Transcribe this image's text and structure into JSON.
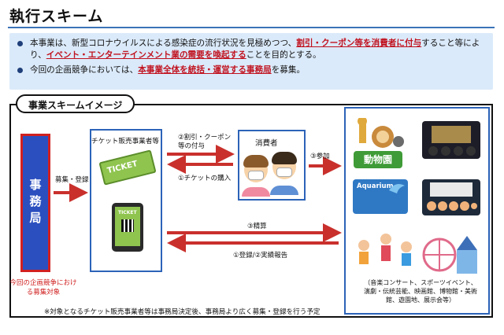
{
  "page_title": "執行スキーム",
  "summary": {
    "line1": {
      "a": "本事業は、新型コロナウイルスによる感染症の流行状況を見極めつつ、",
      "b": "割引・クーポン等を消費者に付与",
      "c": "すること等により、",
      "d": "イベント・エンターテインメント業の需要を喚起する",
      "e": "ことを目的とする。"
    },
    "line2": {
      "a": "今回の企画競争においては、",
      "b": "本事業全体を統括・運営する事務局",
      "c": "を募集。"
    }
  },
  "diagram": {
    "tab_title": "事業スキームイメージ",
    "secretariat": "事務局",
    "secretariat_note": "今回の企画競争における募集対象",
    "ticket_seller_label": "チケット販売事業者等",
    "ticket_card_text": "TICKET",
    "phone_ticket_text": "TICKET",
    "consumer_label": "消費者",
    "zoo_sign": "動物園",
    "aquarium_sign": "Aquarium",
    "venue_note": "（音楽コンサート、スポーツイベント、演劇・伝統芸能、映画館、博物館・美術館、遊園地、展示会等）",
    "flow": {
      "recruit": "募集・登録",
      "coupon": "②割引・クーポン等の付与",
      "purchase": "①チケットの購入",
      "participate": "③参加",
      "settlement": "③精算",
      "register_report": "①登録/②実績報告"
    },
    "footnote": "※対象となるチケット販売事業者等は事務局決定後、事務局より広く募集・登録を行う予定"
  },
  "colors": {
    "accent_blue": "#2c63b8",
    "summary_bg": "#dbeafa",
    "emphasis_red": "#c1121f",
    "arrow_red": "#c9302c",
    "secretariat_fill": "#2b4fbf"
  }
}
